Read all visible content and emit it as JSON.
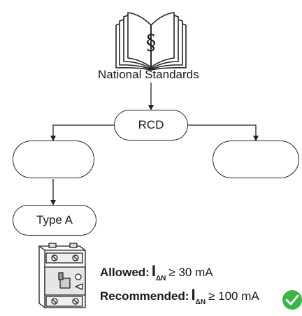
{
  "header": {
    "label": "National Standards",
    "icon": "book-section-icon"
  },
  "nodes": {
    "rcd": {
      "label": "RCD"
    },
    "allowed": {
      "icon": "check-circle-icon",
      "color": "#3bb54a"
    },
    "not_allowed": {
      "icon": "cross-circle-icon",
      "color": "#e8442f"
    },
    "type": {
      "label": "Type A"
    }
  },
  "device": {
    "icon": "rcd-device-icon"
  },
  "specs": {
    "allowed": {
      "label": "Allowed:",
      "symbol": "I",
      "subscript": "ΔN",
      "relation": "≥ 30 mA"
    },
    "recommended": {
      "label": "Recommended:",
      "symbol": "I",
      "subscript": "ΔN",
      "relation": "≥ 100 mA",
      "icon": "check-circle-icon"
    }
  },
  "colors": {
    "check": "#3bb54a",
    "cross": "#e8442f",
    "line": "#222222"
  }
}
